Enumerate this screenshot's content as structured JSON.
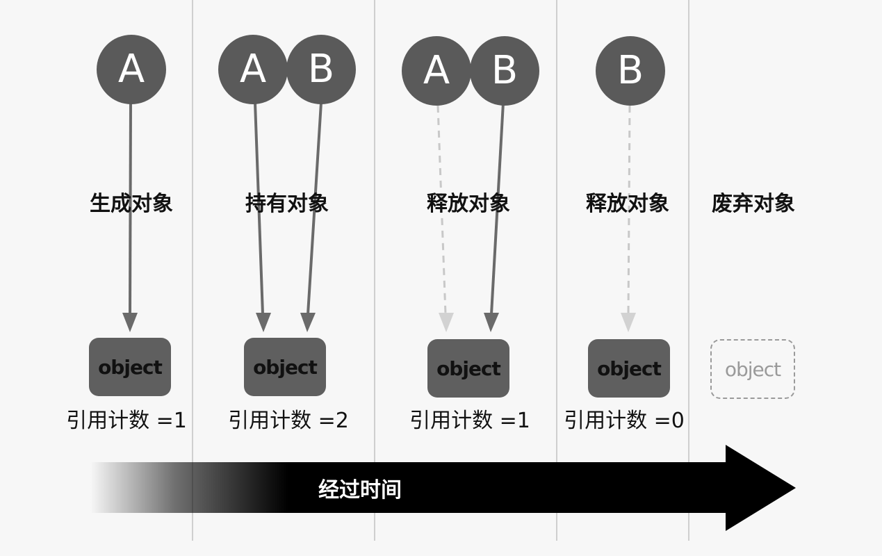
{
  "steps": [
    {
      "label": "生成对象",
      "holders": [
        "A"
      ],
      "count_text": "引用计数 =1",
      "object_label": "object"
    },
    {
      "label": "持有对象",
      "holders": [
        "A",
        "B"
      ],
      "count_text": "引用计数 =2",
      "object_label": "object"
    },
    {
      "label": "释放对象",
      "holders": [
        "A",
        "B"
      ],
      "count_text": "引用计数 =1",
      "object_label": "object"
    },
    {
      "label": "释放对象",
      "holders": [
        "B"
      ],
      "count_text": "引用计数 =0",
      "object_label": "object"
    },
    {
      "label": "废弃对象",
      "holders": [],
      "count_text": "",
      "object_label": "object"
    }
  ],
  "timeline": {
    "label": "经过时间"
  },
  "colors": {
    "circle": "#5a5a5a",
    "object": "#5f5f5f",
    "arrow": "#6a6a6a",
    "released_arrow": "#c8c8c8"
  }
}
